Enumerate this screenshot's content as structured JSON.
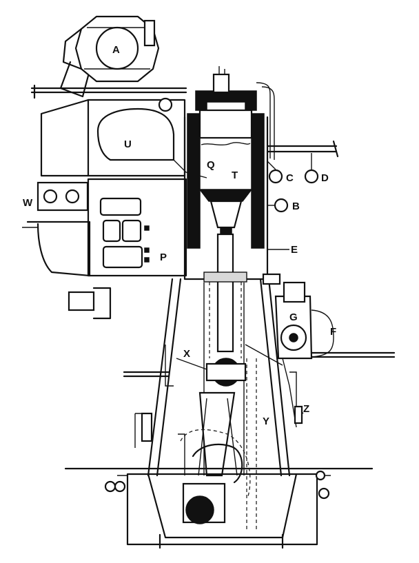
{
  "labels": {
    "A": "A",
    "U": "U",
    "Q": "Q",
    "T": "T",
    "C": "C",
    "D": "D",
    "B": "B",
    "E": "E",
    "W": "W",
    "P": "P",
    "G": "G",
    "F": "F",
    "X": "X",
    "Y": "Y",
    "Z": "Z"
  },
  "colors": {
    "ink": "#111111",
    "paper": "#ffffff"
  }
}
